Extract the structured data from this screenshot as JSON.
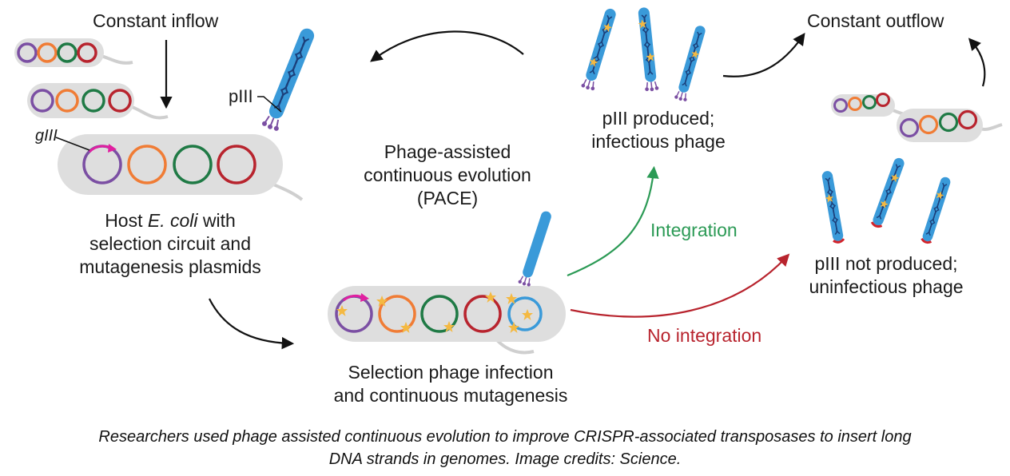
{
  "labels": {
    "constant_inflow": "Constant inflow",
    "constant_outflow": "Constant outflow",
    "piii": "pIII",
    "giii": "gIII",
    "host_line1_pre": "Host ",
    "host_line1_em": "E. coli",
    "host_line1_post": " with",
    "host_line2": "selection circuit and",
    "host_line3": "mutagenesis plasmids",
    "pace_line1": "Phage-assisted",
    "pace_line2": "continuous evolution",
    "pace_line3": "(PACE)",
    "produced_line1": "pIII produced;",
    "produced_line2": "infectious phage",
    "integration": "Integration",
    "no_integration": "No integration",
    "notproduced_line1": "pIII not produced;",
    "notproduced_line2": "uninfectious phage",
    "selection_line1": "Selection phage infection",
    "selection_line2": "and continuous mutagenesis"
  },
  "caption": {
    "line1": "Researchers used phage assisted continuous evolution to improve CRISPR-associated transposases to insert long",
    "line2": "DNA strands in genomes. Image credits: Science."
  },
  "colors": {
    "purple": "#7b4fa3",
    "orange": "#f07c35",
    "green": "#1f7a45",
    "red": "#b8242e",
    "blue_plasmid": "#3a9ad9",
    "magenta": "#e020a0",
    "phage_body": "#3a9ad9",
    "phage_dna": "#1b3f7a",
    "star": "#f4b942",
    "cell_fill": "#dedede",
    "arrow_green": "#2b9a55",
    "arrow_red": "#b8242e",
    "text_green": "#2b9a55",
    "text_red": "#b8242e"
  }
}
